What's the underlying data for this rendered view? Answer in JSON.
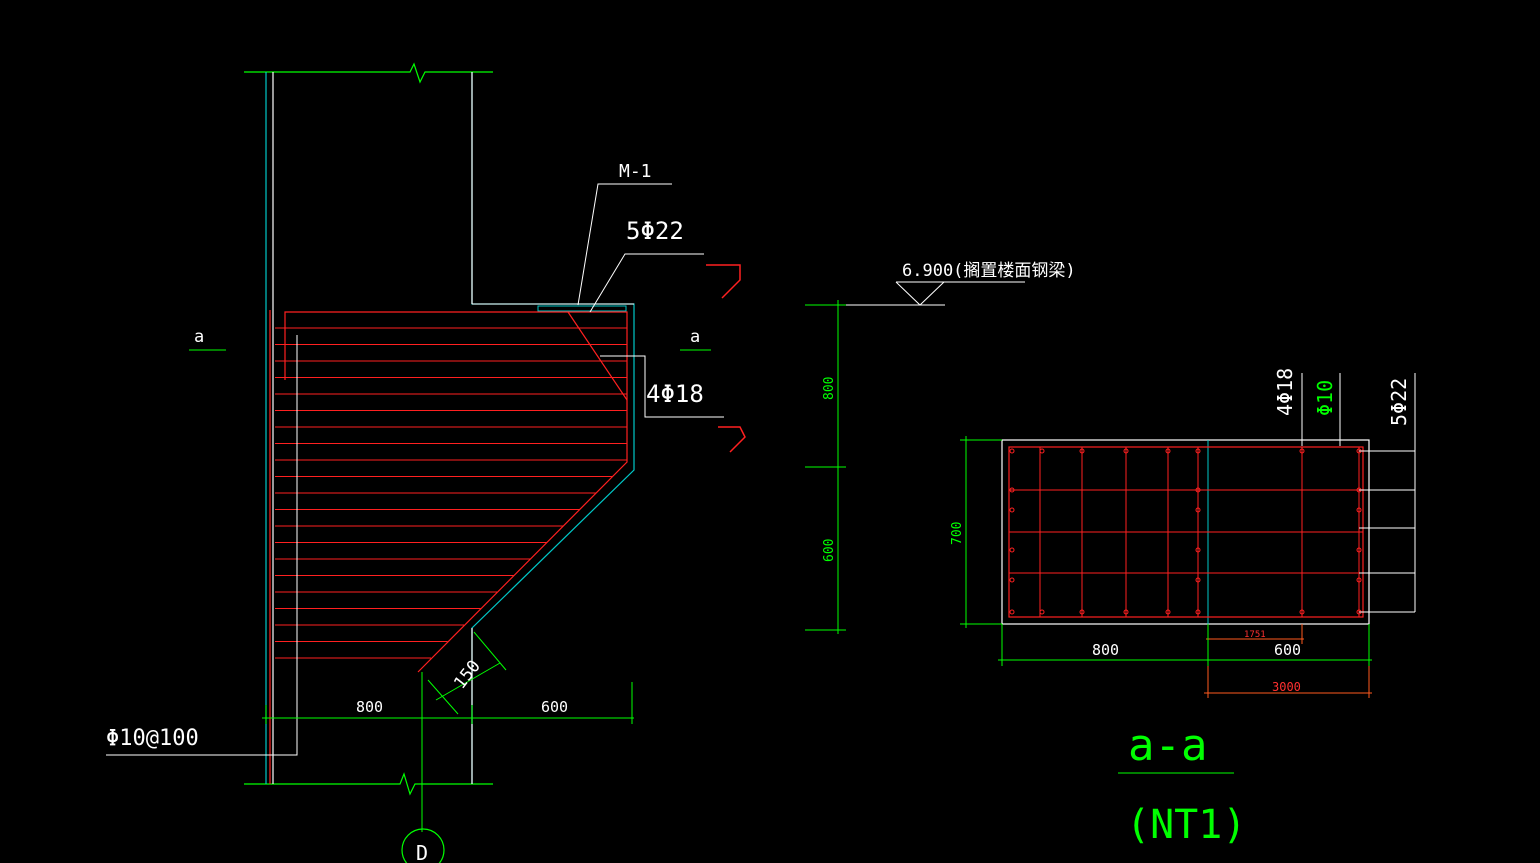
{
  "colors": {
    "background": "#000000",
    "white": "#ffffff",
    "green": "#00ff00",
    "cyan": "#00c8c8",
    "red": "#ff2020",
    "orange": "#ff5a1e"
  },
  "elevation": {
    "section_marker_left": "a",
    "section_marker_right": "a",
    "label_m1": "M-1",
    "label_top_bars": "5Φ22",
    "label_mid_bars": "4Φ18",
    "label_stirrups": "Φ10@100",
    "dim_chamfer": "150",
    "dim_left_width": "800",
    "dim_right_width": "600",
    "grid_bubble": "D"
  },
  "height_dims": {
    "level_label": "6.900(搁置楼面钢梁)",
    "dim_upper": "800",
    "dim_lower": "600"
  },
  "section": {
    "label_4phi18": "4Φ18",
    "label_phi10": "Φ10",
    "label_5phi22": "5Φ22",
    "dim_height": "700",
    "dim_inner": "1751",
    "dim_left": "800",
    "dim_right": "600",
    "dim_total": "3000",
    "title": "a-a",
    "subtitle": "(NT1)"
  }
}
